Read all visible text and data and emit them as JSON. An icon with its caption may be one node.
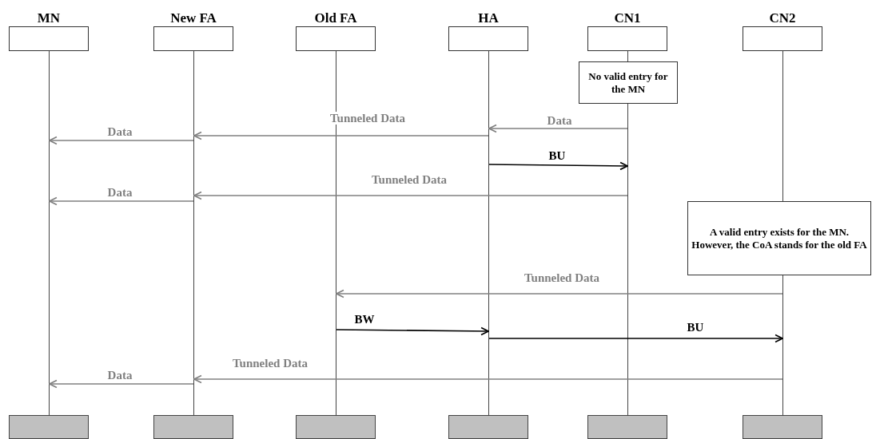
{
  "diagram": {
    "nodes": [
      {
        "text": [
          "MN"
        ]
      },
      {
        "text": [
          "New FA"
        ]
      },
      {
        "text": [
          "Old FA"
        ]
      },
      {
        "text": [
          "HA"
        ]
      },
      {
        "text": [
          "CN1"
        ]
      },
      {
        "text": [
          "CN2"
        ]
      },
      {
        "text": [],
        "shape": "bar"
      },
      {
        "text": [],
        "shape": "bar"
      },
      {
        "text": [],
        "shape": "bar"
      },
      {
        "text": [],
        "shape": "bar"
      },
      {
        "text": [],
        "shape": "bar"
      },
      {
        "text": [],
        "shape": "bar"
      },
      {
        "text": [
          "No valid entry for the MN"
        ]
      },
      {
        "text": [
          "A valid entry exists for the MN. However, the CoA stands for the old FA"
        ]
      },
      {
        "text": [],
        "shape": "box"
      },
      {
        "text": [],
        "shape": "box"
      },
      {
        "text": [],
        "shape": "box"
      },
      {
        "text": [],
        "shape": "box"
      },
      {
        "text": [],
        "shape": "box"
      },
      {
        "text": [],
        "shape": "box"
      }
    ],
    "edges": [
      {
        "from": 10,
        "to": 9,
        "arrow": "to",
        "label": "Data"
      },
      {
        "from": 9,
        "to": 7,
        "arrow": "to",
        "label": "Tunneled Data"
      },
      {
        "from": 7,
        "to": 6,
        "arrow": "to",
        "label": "Data"
      },
      {
        "from": 9,
        "to": 10,
        "arrow": "to",
        "label": "BU",
        "color": "#000000"
      },
      {
        "from": 10,
        "to": 7,
        "arrow": "to",
        "label": "Tunneled Data"
      },
      {
        "from": 7,
        "to": 6,
        "arrow": "to",
        "label": "Data"
      },
      {
        "from": 11,
        "to": 8,
        "arrow": "to",
        "label": "Tunneled Data"
      },
      {
        "from": 8,
        "to": 9,
        "arrow": "to",
        "label": "BW",
        "color": "#000000"
      },
      {
        "from": 9,
        "to": 11,
        "arrow": "to",
        "label": "BU",
        "color": "#000000"
      },
      {
        "from": 11,
        "to": 7,
        "arrow": "to",
        "label": "Tunneled Data"
      },
      {
        "from": 7,
        "to": 6,
        "arrow": "to",
        "label": "Data"
      }
    ]
  }
}
